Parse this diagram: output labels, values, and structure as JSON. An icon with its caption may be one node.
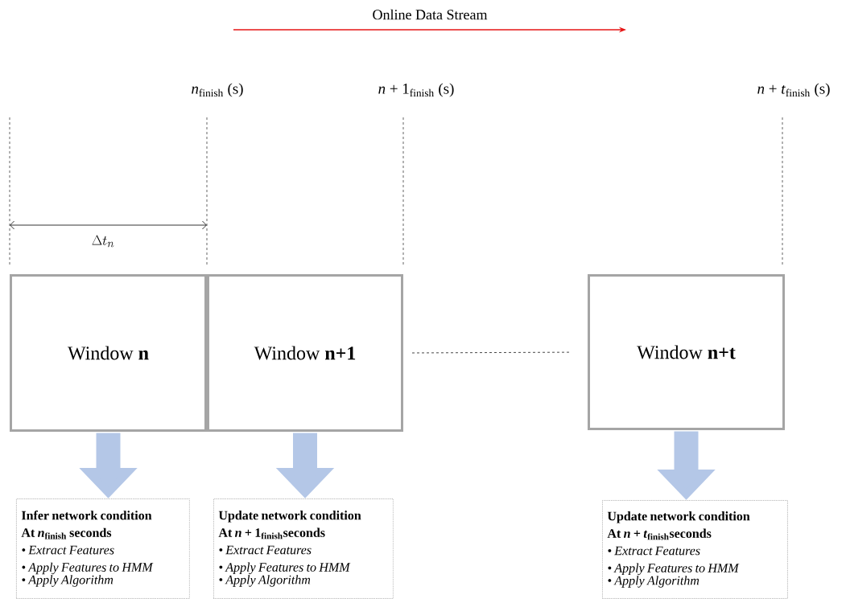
{
  "diagram": {
    "nodes": [
      {
        "text": [
          "Window **n**"
        ]
      },
      {
        "text": [
          "Window **n+1**"
        ]
      },
      {
        "text": [
          "Window **n+t**"
        ]
      },
      {
        "text": [
          "Infer network condition",
          "At *n*$_{finish}$ seconds",
          "• Extract Features",
          "• Apply Features to HMM",
          "• Apply Algorithm"
        ]
      },
      {
        "text": [
          "Update network condition",
          "At *n* + 1$_{finish}$seconds",
          "• Extract Features",
          "• Apply Features to HMM",
          "• Apply Algorithm"
        ]
      },
      {
        "text": [
          "Update network condition",
          "At *n* + *t*$_{finish}$seconds",
          "• Extract Features",
          "• Apply Features to HMM",
          "• Apply Algorithm"
        ]
      }
    ],
    "edges": [
      {
        "from": 0,
        "to": 3,
        "arrow": "to"
      },
      {
        "from": 1,
        "to": 4,
        "arrow": "to"
      },
      {
        "from": 2,
        "to": 5,
        "arrow": "to"
      },
      {
        "from": 1,
        "to": 2,
        "arrow": "none",
        "style": "dashed",
        "color": "#333333"
      }
    ],
    "labels": [
      "Online Data Stream",
      "*n*$_{finish}$ (s)",
      "*n* + 1$_{finish}$ (s)",
      "*n* + *t*$_{finish}$ (s)",
      "\\Delta t_{n}"
    ]
  }
}
